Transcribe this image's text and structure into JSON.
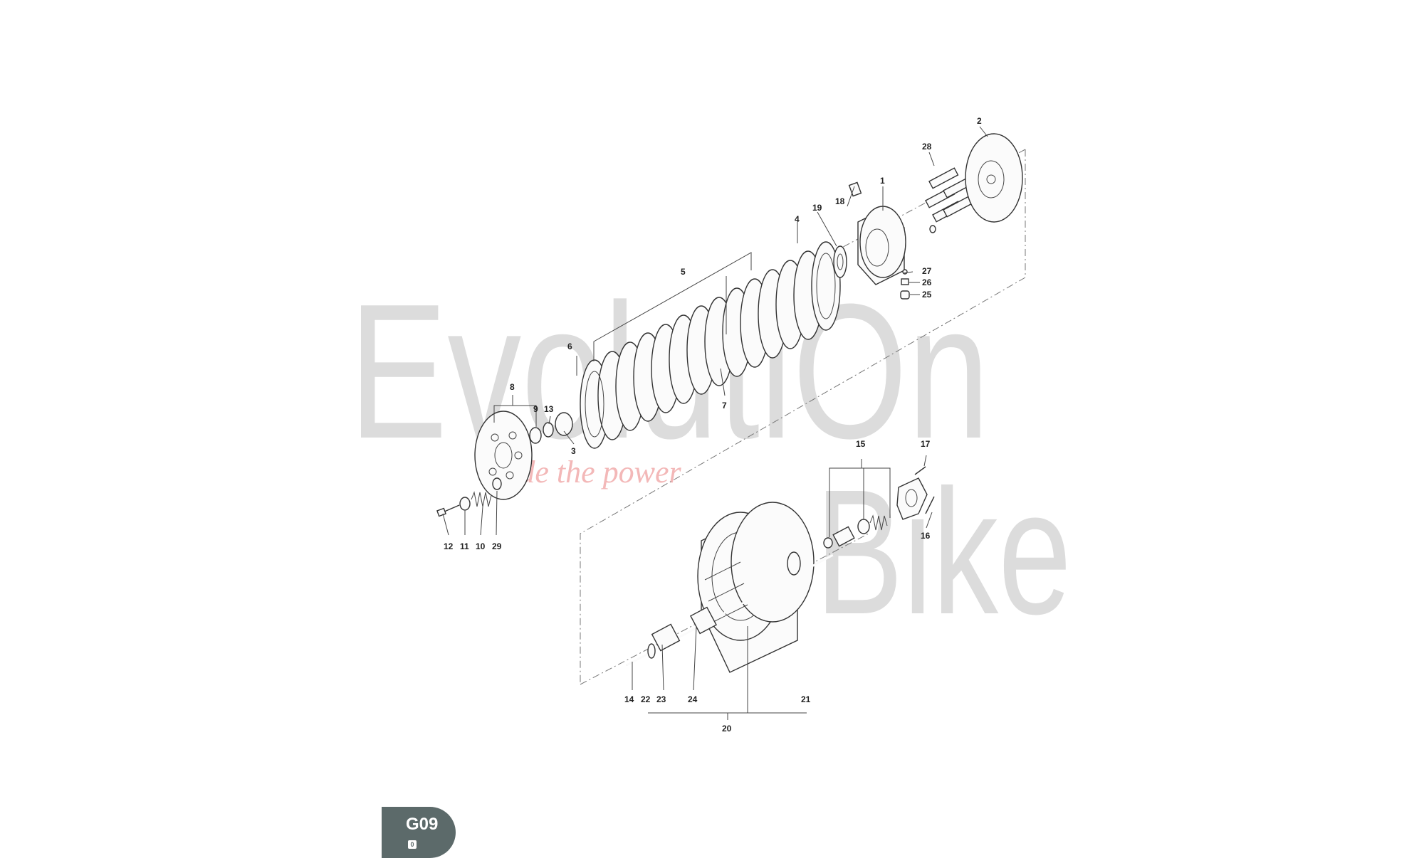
{
  "watermark": {
    "word1": "EvolutiOn",
    "word2": "Bike",
    "tagline": "ride the power",
    "tagline_color": "#f3b8b8",
    "letter_color": "#dcdcdc"
  },
  "diagram": {
    "code": "G09",
    "sub_code": "0",
    "labels": {
      "p1": "1",
      "p2": "2",
      "p3": "3",
      "p4": "4",
      "p5": "5",
      "p6": "6",
      "p7": "7",
      "p8": "8",
      "p9": "9",
      "p10": "10",
      "p11": "11",
      "p12": "12",
      "p13": "13",
      "p14": "14",
      "p15": "15",
      "p16": "16",
      "p17": "17",
      "p18": "18",
      "p19": "19",
      "p20": "20",
      "p21": "21",
      "p22": "22",
      "p23": "23",
      "p24": "24",
      "p25": "25",
      "p26": "26",
      "p27": "27",
      "p28": "28",
      "p29": "29"
    }
  }
}
